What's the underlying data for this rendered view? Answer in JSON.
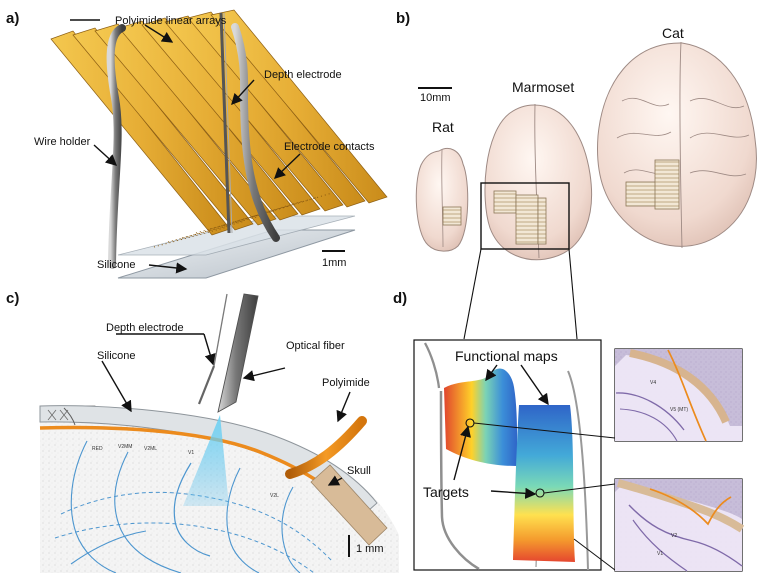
{
  "panels": {
    "a": {
      "label": "a)",
      "polyimide": "Polyimide linear arrays",
      "depth": "Depth electrode",
      "wire": "Wire holder",
      "contacts": "Electrode contacts",
      "silicone": "Silicone",
      "scale": "1mm"
    },
    "b": {
      "label": "b)",
      "scale": "10mm",
      "rat": "Rat",
      "marmoset": "Marmoset",
      "cat": "Cat"
    },
    "c": {
      "label": "c)",
      "depth": "Depth electrode",
      "silicone": "Silicone",
      "optical": "Optical fiber",
      "polyimide": "Polyimide",
      "skull": "Skull",
      "scale": "1 mm",
      "regions": {
        "red": "RED",
        "v2mm": "V2MM",
        "v2ml": "V2ML",
        "v1": "V1",
        "v2l": "V2L"
      }
    },
    "d": {
      "label": "d)",
      "functional": "Functional maps",
      "targets": "Targets",
      "inset_top": {
        "v4": "V4",
        "v5": "V5 (MT)"
      },
      "inset_bottom": {
        "v2": "V2",
        "v1": "V1"
      }
    }
  },
  "colors": {
    "polyimide": "#e6ad35",
    "polyimide_dark": "#9b6b1c",
    "silicone": "#bfc8d1",
    "wire": "#777777",
    "brain": "#f0d9cf",
    "skull": "#d8bb98",
    "map_blue": "#2f65c8",
    "map_red": "#e5462f",
    "cortex_blue": "#6ca2d7",
    "orange": "#e88d1d",
    "histology_purple": "#9f91bd"
  }
}
